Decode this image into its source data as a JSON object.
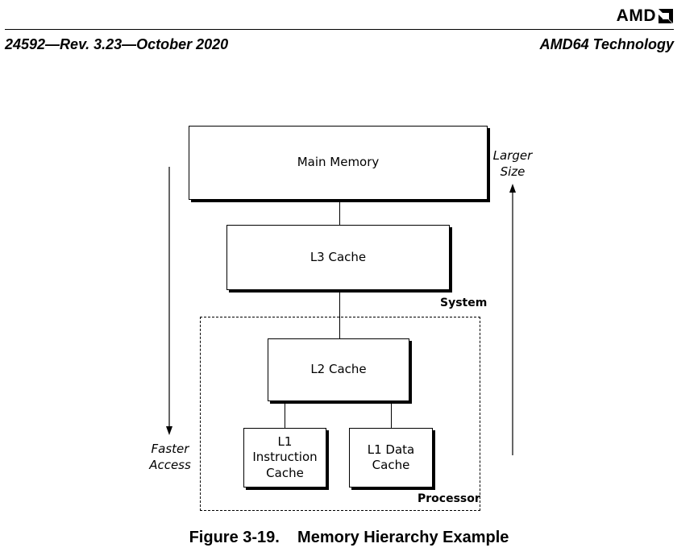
{
  "header": {
    "logo_text": "AMD",
    "doc_id": "24592—Rev. 3.23—October  2020",
    "doc_title": "AMD64 Technology"
  },
  "diagram": {
    "boxes": {
      "main_memory": "Main Memory",
      "l3_cache": "L3 Cache",
      "l2_cache": "L2 Cache",
      "l1_instruction_line1": "L1 Instruction",
      "l1_instruction_line2": "Cache",
      "l1_data_line1": "L1 Data",
      "l1_data_line2": "Cache"
    },
    "region_labels": {
      "system": "System",
      "processor": "Processor"
    },
    "arrow_labels": {
      "larger_line1": "Larger",
      "larger_line2": "Size",
      "faster_line1": "Faster",
      "faster_line2": "Access"
    }
  },
  "caption": "Figure 3-19.    Memory Hierarchy Example"
}
